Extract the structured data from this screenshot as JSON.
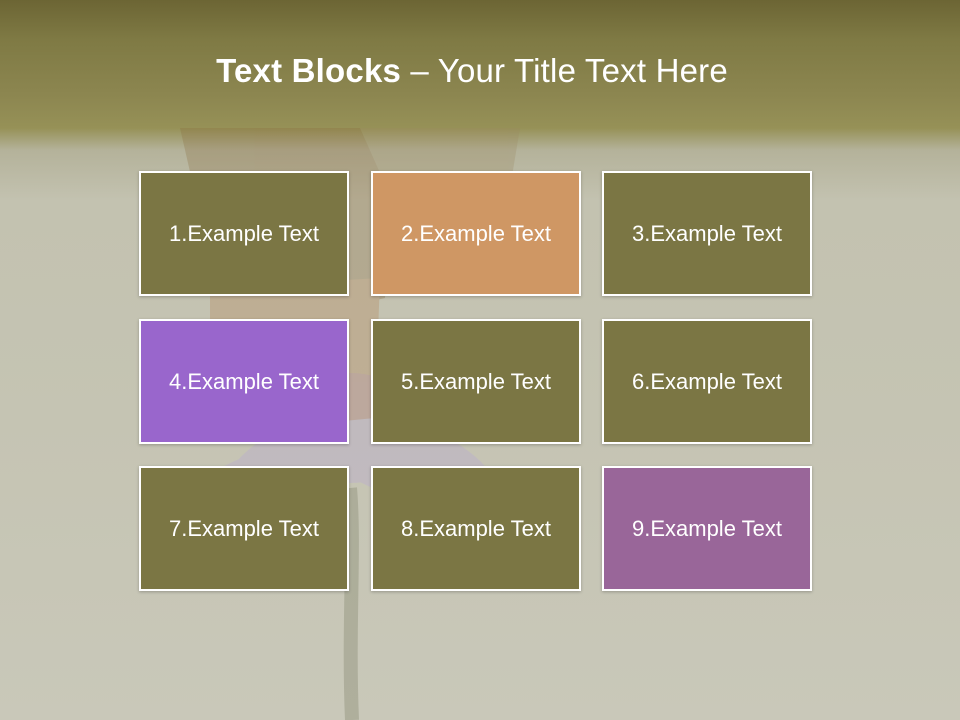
{
  "title": {
    "bold": "Text Blocks",
    "rest": " – Your Title Text Here"
  },
  "colors": {
    "olive": "#7b7644",
    "orange": "#cf9764",
    "purple": "#9966cc",
    "mauve": "#996699",
    "border": "#ffffff"
  },
  "blocks": [
    {
      "label": "1.Example Text",
      "color": "#7b7644"
    },
    {
      "label": "2.Example Text",
      "color": "#cf9764"
    },
    {
      "label": "3.Example Text",
      "color": "#7b7644"
    },
    {
      "label": "4.Example Text",
      "color": "#9966cc"
    },
    {
      "label": "5.Example Text",
      "color": "#7b7644"
    },
    {
      "label": "6.Example Text",
      "color": "#7b7644"
    },
    {
      "label": "7.Example Text",
      "color": "#7b7644"
    },
    {
      "label": "8.Example Text",
      "color": "#7b7644"
    },
    {
      "label": "9.Example Text",
      "color": "#996699"
    }
  ]
}
